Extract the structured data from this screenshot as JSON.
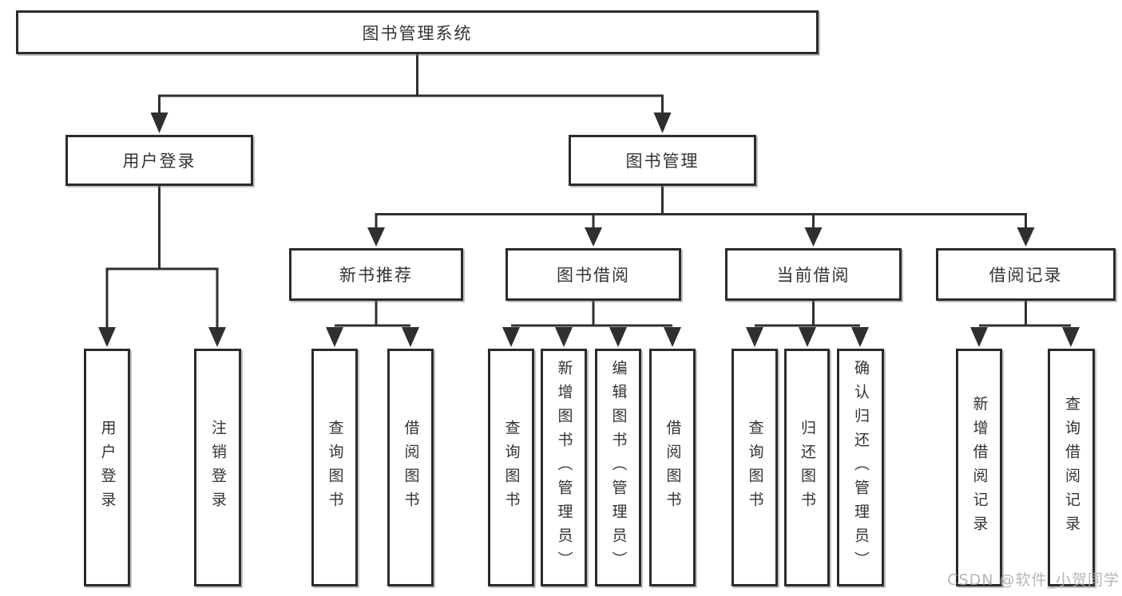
{
  "diagram": {
    "root": {
      "label": "图书管理系统"
    },
    "level2": [
      {
        "label": "用户登录",
        "leaves": [
          {
            "label": "用户登录"
          },
          {
            "label": "注销登录"
          }
        ]
      },
      {
        "label": "图书管理"
      }
    ],
    "level3": [
      {
        "label": "新书推荐",
        "leaves": [
          {
            "label": "查询图书"
          },
          {
            "label": "借阅图书"
          }
        ]
      },
      {
        "label": "图书借阅",
        "leaves": [
          {
            "label": "查询图书"
          },
          {
            "label": "新增图书（管理员）"
          },
          {
            "label": "编辑图书（管理员）"
          },
          {
            "label": "借阅图书"
          }
        ]
      },
      {
        "label": "当前借阅",
        "leaves": [
          {
            "label": "查询图书"
          },
          {
            "label": "归还图书"
          },
          {
            "label": "确认归还（管理员）"
          }
        ]
      },
      {
        "label": "借阅记录",
        "leaves": [
          {
            "label": "新增借阅记录"
          },
          {
            "label": "查询借阅记录"
          }
        ]
      }
    ]
  },
  "watermark": {
    "text": "CSDN @软件_小贺同学"
  },
  "colors": {
    "line": "#2f2f2f",
    "box_border": "#2b2b2b",
    "box_background": "#ffffff",
    "text": "#333333",
    "watermark": "#a8a8a8"
  }
}
